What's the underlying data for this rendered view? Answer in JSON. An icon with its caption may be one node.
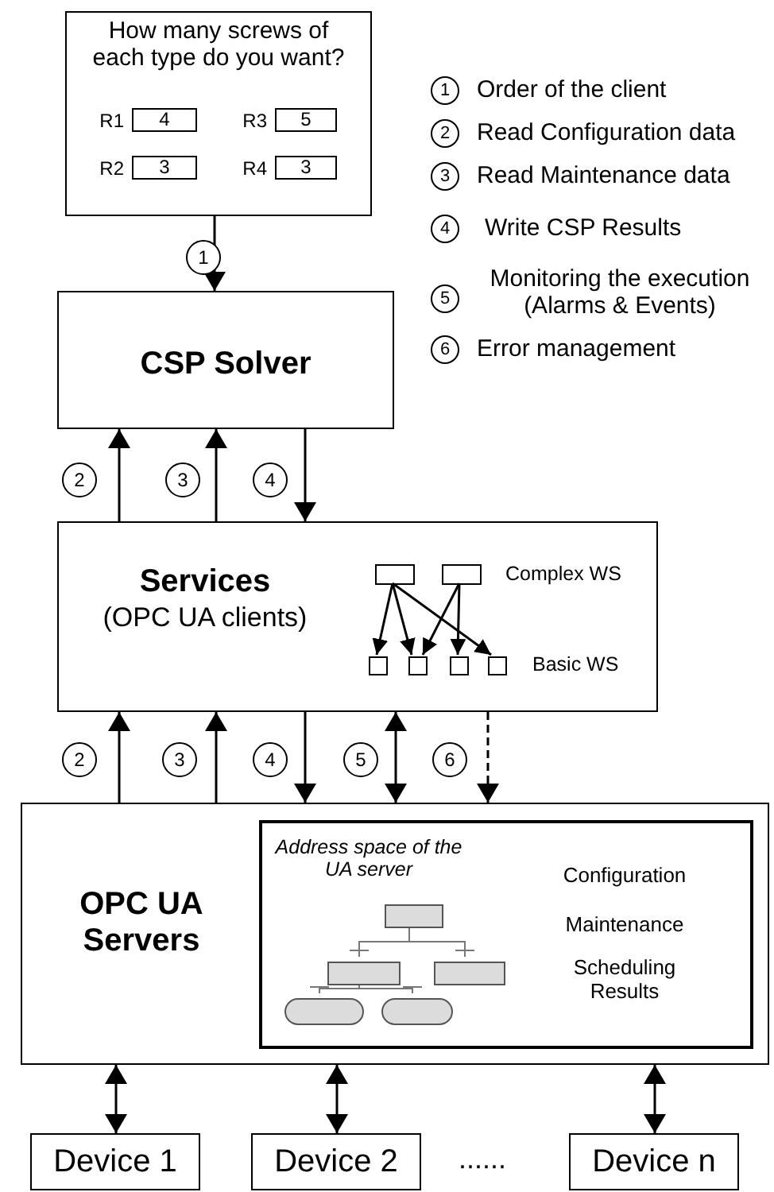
{
  "diagram": {
    "nodes": [
      {
        "text": [
          "How many screws of each type do you want?"
        ]
      },
      {
        "text": [
          "4"
        ],
        "in": 0,
        "beside": [
          "R1"
        ]
      },
      {
        "text": [
          "5"
        ],
        "in": 0,
        "beside": [
          "R3"
        ]
      },
      {
        "text": [
          "3"
        ],
        "in": 0,
        "beside": [
          "R2"
        ]
      },
      {
        "text": [
          "3"
        ],
        "in": 0,
        "beside": [
          "R4"
        ]
      },
      {
        "text": [
          "CSP Solver"
        ]
      },
      {
        "text": [
          "Services",
          "(OPC UA clients)"
        ]
      },
      {
        "text": [],
        "shape": "box",
        "in": 6
      },
      {
        "text": [],
        "shape": "box",
        "in": 6
      },
      {
        "text": [],
        "shape": "box",
        "in": 6
      },
      {
        "text": [],
        "shape": "box",
        "in": 6
      },
      {
        "text": [],
        "shape": "box",
        "in": 6
      },
      {
        "text": [],
        "shape": "box",
        "in": 6
      },
      {
        "text": [
          "OPC UA Servers"
        ]
      },
      {
        "text": [
          "Address space of the UA server",
          "Configuration",
          "Maintenance",
          "Scheduling Results"
        ],
        "in": 13
      },
      {
        "text": [],
        "shape": "box",
        "in": 14
      },
      {
        "text": [],
        "shape": "box",
        "in": 14
      },
      {
        "text": [],
        "shape": "box",
        "in": 14
      },
      {
        "text": [],
        "shape": "pill",
        "in": 14
      },
      {
        "text": [],
        "shape": "pill",
        "in": 14
      },
      {
        "text": [
          "Device 1"
        ]
      },
      {
        "text": [
          "Device 2"
        ]
      },
      {
        "text": [
          "Device n"
        ]
      }
    ],
    "edges": [
      {
        "from": 0,
        "to": 5,
        "arrow": "to",
        "label": "1"
      },
      {
        "from": 6,
        "to": 5,
        "arrow": "to",
        "label": "2"
      },
      {
        "from": 6,
        "to": 5,
        "arrow": "to",
        "label": "3"
      },
      {
        "from": 5,
        "to": 6,
        "arrow": "to",
        "label": "4"
      },
      {
        "from": 13,
        "to": 6,
        "arrow": "to",
        "label": "2"
      },
      {
        "from": 13,
        "to": 6,
        "arrow": "to",
        "label": "3"
      },
      {
        "from": 6,
        "to": 13,
        "arrow": "to",
        "label": "4"
      },
      {
        "from": 6,
        "to": 13,
        "arrow": "both",
        "label": "5"
      },
      {
        "from": 6,
        "to": 13,
        "arrow": "to",
        "label": "6",
        "style": "dashed"
      },
      {
        "from": 7,
        "to": 9,
        "arrow": "to"
      },
      {
        "from": 7,
        "to": 10,
        "arrow": "to"
      },
      {
        "from": 7,
        "to": 12,
        "arrow": "to"
      },
      {
        "from": 8,
        "to": 10,
        "arrow": "to"
      },
      {
        "from": 8,
        "to": 11,
        "arrow": "to"
      },
      {
        "from": 15,
        "to": 16,
        "arrow": "other",
        "color": "#777777"
      },
      {
        "from": 15,
        "to": 17,
        "arrow": "other",
        "color": "#777777"
      },
      {
        "from": 16,
        "to": 18,
        "arrow": "other",
        "color": "#777777"
      },
      {
        "from": 16,
        "to": 19,
        "arrow": "other",
        "color": "#777777"
      },
      {
        "from": 13,
        "to": 20,
        "arrow": "both"
      },
      {
        "from": 13,
        "to": 21,
        "arrow": "both"
      },
      {
        "from": 13,
        "to": 22,
        "arrow": "both"
      }
    ],
    "labels": [
      "1",
      "Order of the client",
      "2",
      "Read Configuration data",
      "3",
      "Read Maintenance data",
      "4",
      "Write CSP Results",
      "5",
      "Monitoring the execution (Alarms & Events)",
      "6",
      "Error management",
      "Complex WS",
      "Basic WS",
      "······"
    ]
  }
}
